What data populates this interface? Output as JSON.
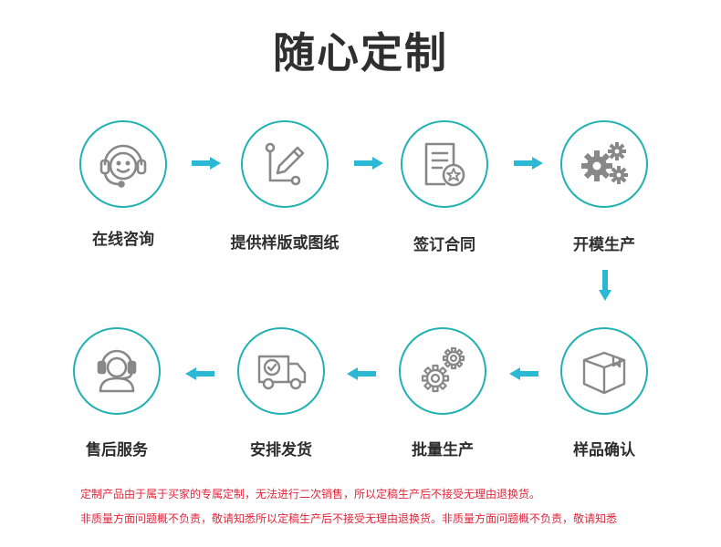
{
  "title": "随心定制",
  "colors": {
    "accent": "#22b1b0",
    "arrow": "#2bb8d4",
    "icon": "#888888",
    "notice": "#e0263b"
  },
  "steps": [
    {
      "label": "在线咨询",
      "icon": "customer-service-smile-icon"
    },
    {
      "label": "提供样版或图纸",
      "icon": "pen-drawing-icon"
    },
    {
      "label": "签订合同",
      "icon": "contract-icon"
    },
    {
      "label": "开模生产",
      "icon": "gears-icon"
    },
    {
      "label": "样品确认",
      "icon": "package-box-icon"
    },
    {
      "label": "批量生产",
      "icon": "gears-outline-icon"
    },
    {
      "label": "安排发货",
      "icon": "delivery-truck-icon"
    },
    {
      "label": "售后服务",
      "icon": "headset-agent-icon"
    }
  ],
  "notice": {
    "line1": "定制产品由于属于买家的专属定制，无法进行二次销售，所以定稿生产后不接受无理由退换货。",
    "line2": "非质量方面问题概不负责，敬请知悉所以定稿生产后不接受无理由退换货。非质量方面问题概不负责，敬请知悉"
  }
}
